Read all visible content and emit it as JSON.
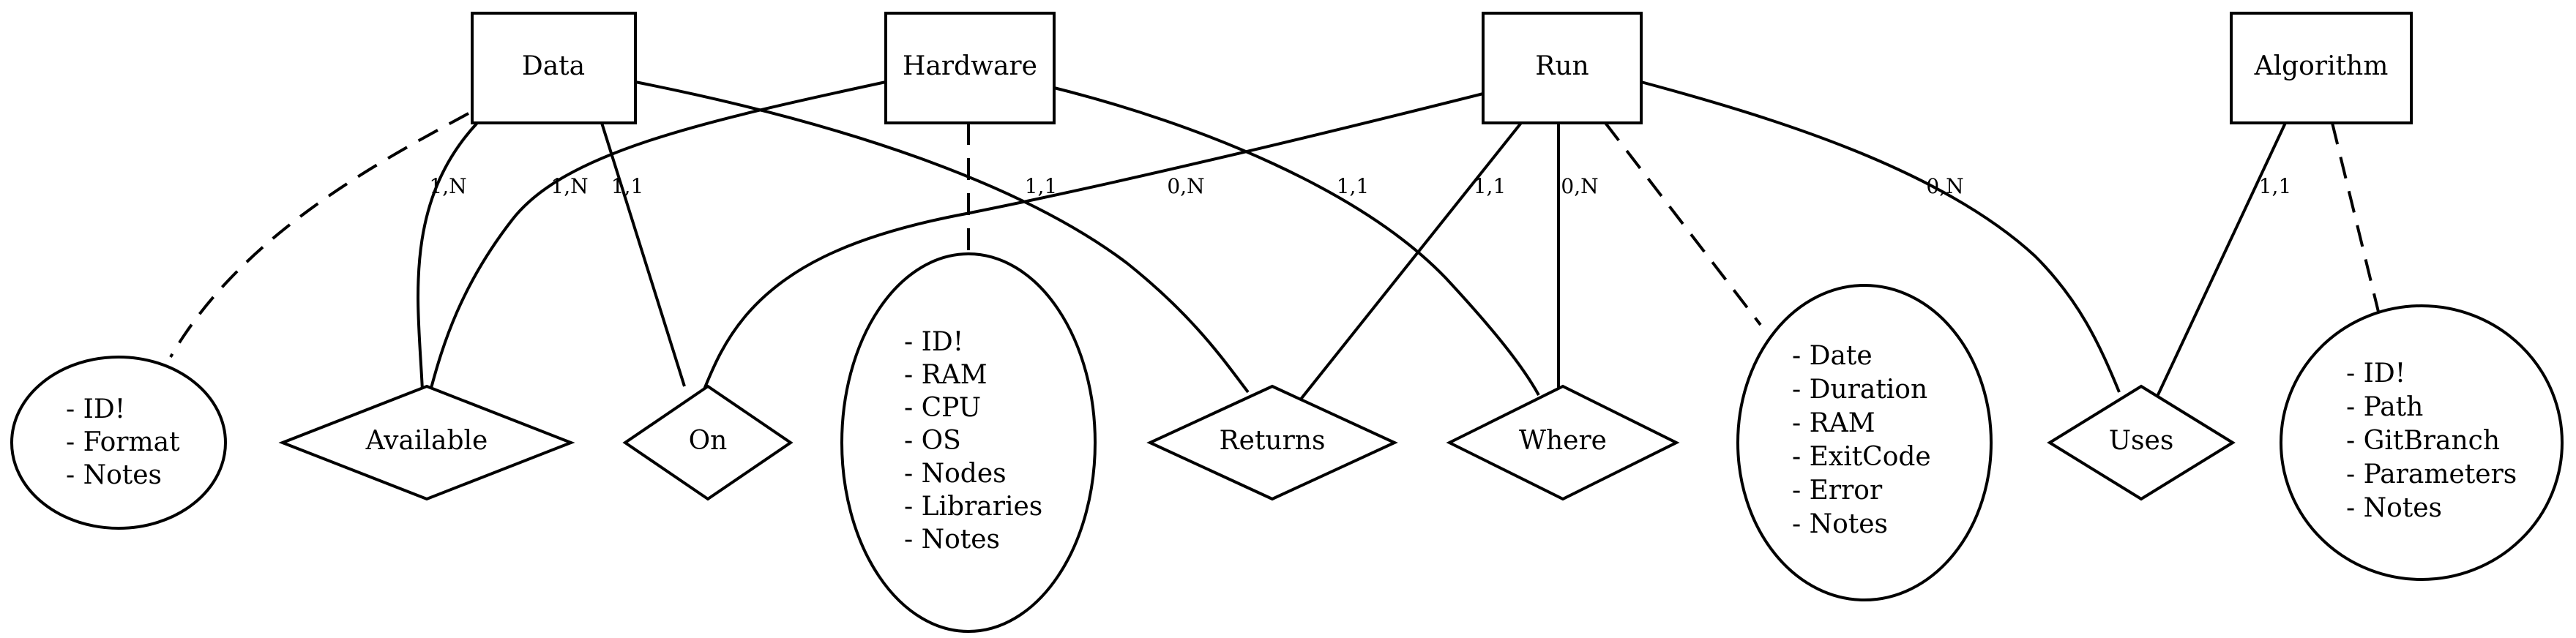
{
  "entities": {
    "data": "Data",
    "hardware": "Hardware",
    "run": "Run",
    "algorithm": "Algorithm"
  },
  "relations": {
    "available": "Available",
    "on": "On",
    "returns": "Returns",
    "where": "Where",
    "uses": "Uses"
  },
  "attributes": {
    "data": [
      "- ID!",
      "- Format",
      "- Notes"
    ],
    "hardware": [
      "- ID!",
      "- RAM",
      "- CPU",
      "- OS",
      "- Nodes",
      "- Libraries",
      "- Notes"
    ],
    "run": [
      "- Date",
      "- Duration",
      "- RAM",
      "- ExitCode",
      "- Error",
      "- Notes"
    ],
    "algorithm": [
      "- ID!",
      "- Path",
      "- GitBranch",
      "- Parameters",
      "- Notes"
    ]
  },
  "cardinalities": {
    "data_available": "1,N",
    "hardware_available": "1,N",
    "data_on": "1,1",
    "data_returns": "1,1",
    "run_on": "0,N",
    "hardware_where": "1,1",
    "run_returns": "1,1",
    "run_where": "0,N",
    "run_uses": "0,N",
    "algorithm_uses": "1,1"
  }
}
